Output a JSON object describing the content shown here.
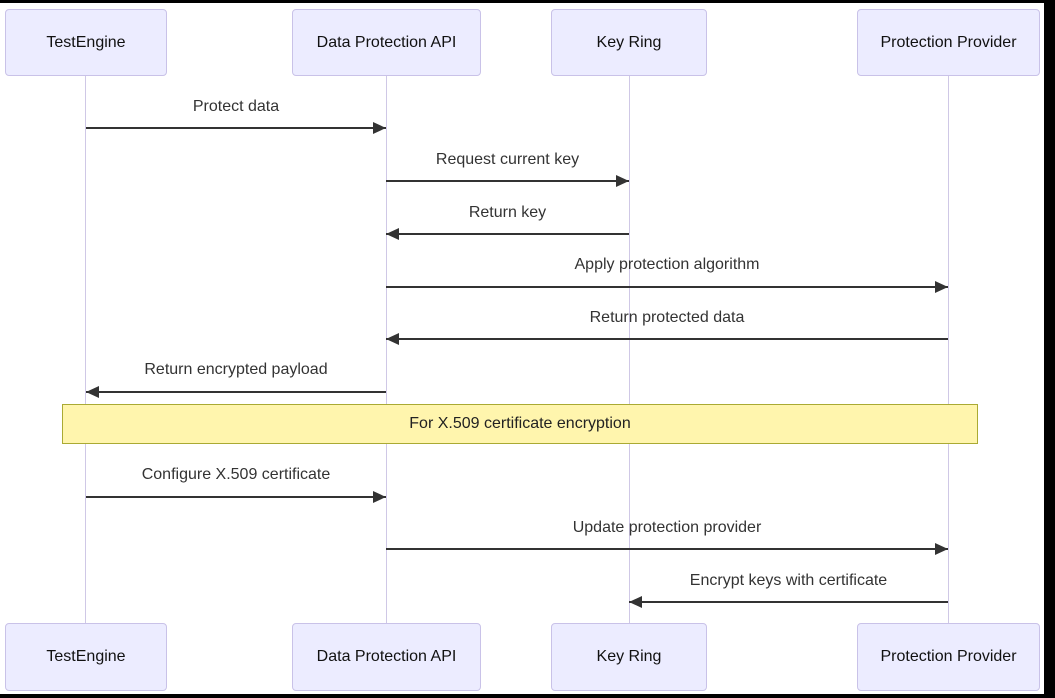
{
  "diagram": {
    "type": "sequence-diagram",
    "participants": [
      {
        "label": "TestEngine"
      },
      {
        "label": "Data Protection API"
      },
      {
        "label": "Key Ring"
      },
      {
        "label": "Protection Provider"
      }
    ],
    "messages": [
      {
        "from": "TestEngine",
        "to": "Data Protection API",
        "label": "Protect data"
      },
      {
        "from": "Data Protection API",
        "to": "Key Ring",
        "label": "Request current key"
      },
      {
        "from": "Key Ring",
        "to": "Data Protection API",
        "label": "Return key"
      },
      {
        "from": "Data Protection API",
        "to": "Protection Provider",
        "label": "Apply protection algorithm"
      },
      {
        "from": "Protection Provider",
        "to": "Data Protection API",
        "label": "Return protected data"
      },
      {
        "from": "Data Protection API",
        "to": "TestEngine",
        "label": "Return encrypted payload"
      },
      {
        "from": "TestEngine",
        "to": "Data Protection API",
        "label": "Configure X.509 certificate"
      },
      {
        "from": "Data Protection API",
        "to": "Protection Provider",
        "label": "Update protection provider"
      },
      {
        "from": "Protection Provider",
        "to": "Key Ring",
        "label": "Encrypt keys with certificate"
      }
    ],
    "note": {
      "label": "For X.509 certificate encryption"
    },
    "colors": {
      "actor_fill": "#ECECFF",
      "actor_border": "#C9C2E8",
      "lifeline": "#CFC8E6",
      "message": "#333333",
      "note_fill": "#FFF5AD",
      "note_border": "#AAAA33",
      "frame": "#000000"
    }
  }
}
